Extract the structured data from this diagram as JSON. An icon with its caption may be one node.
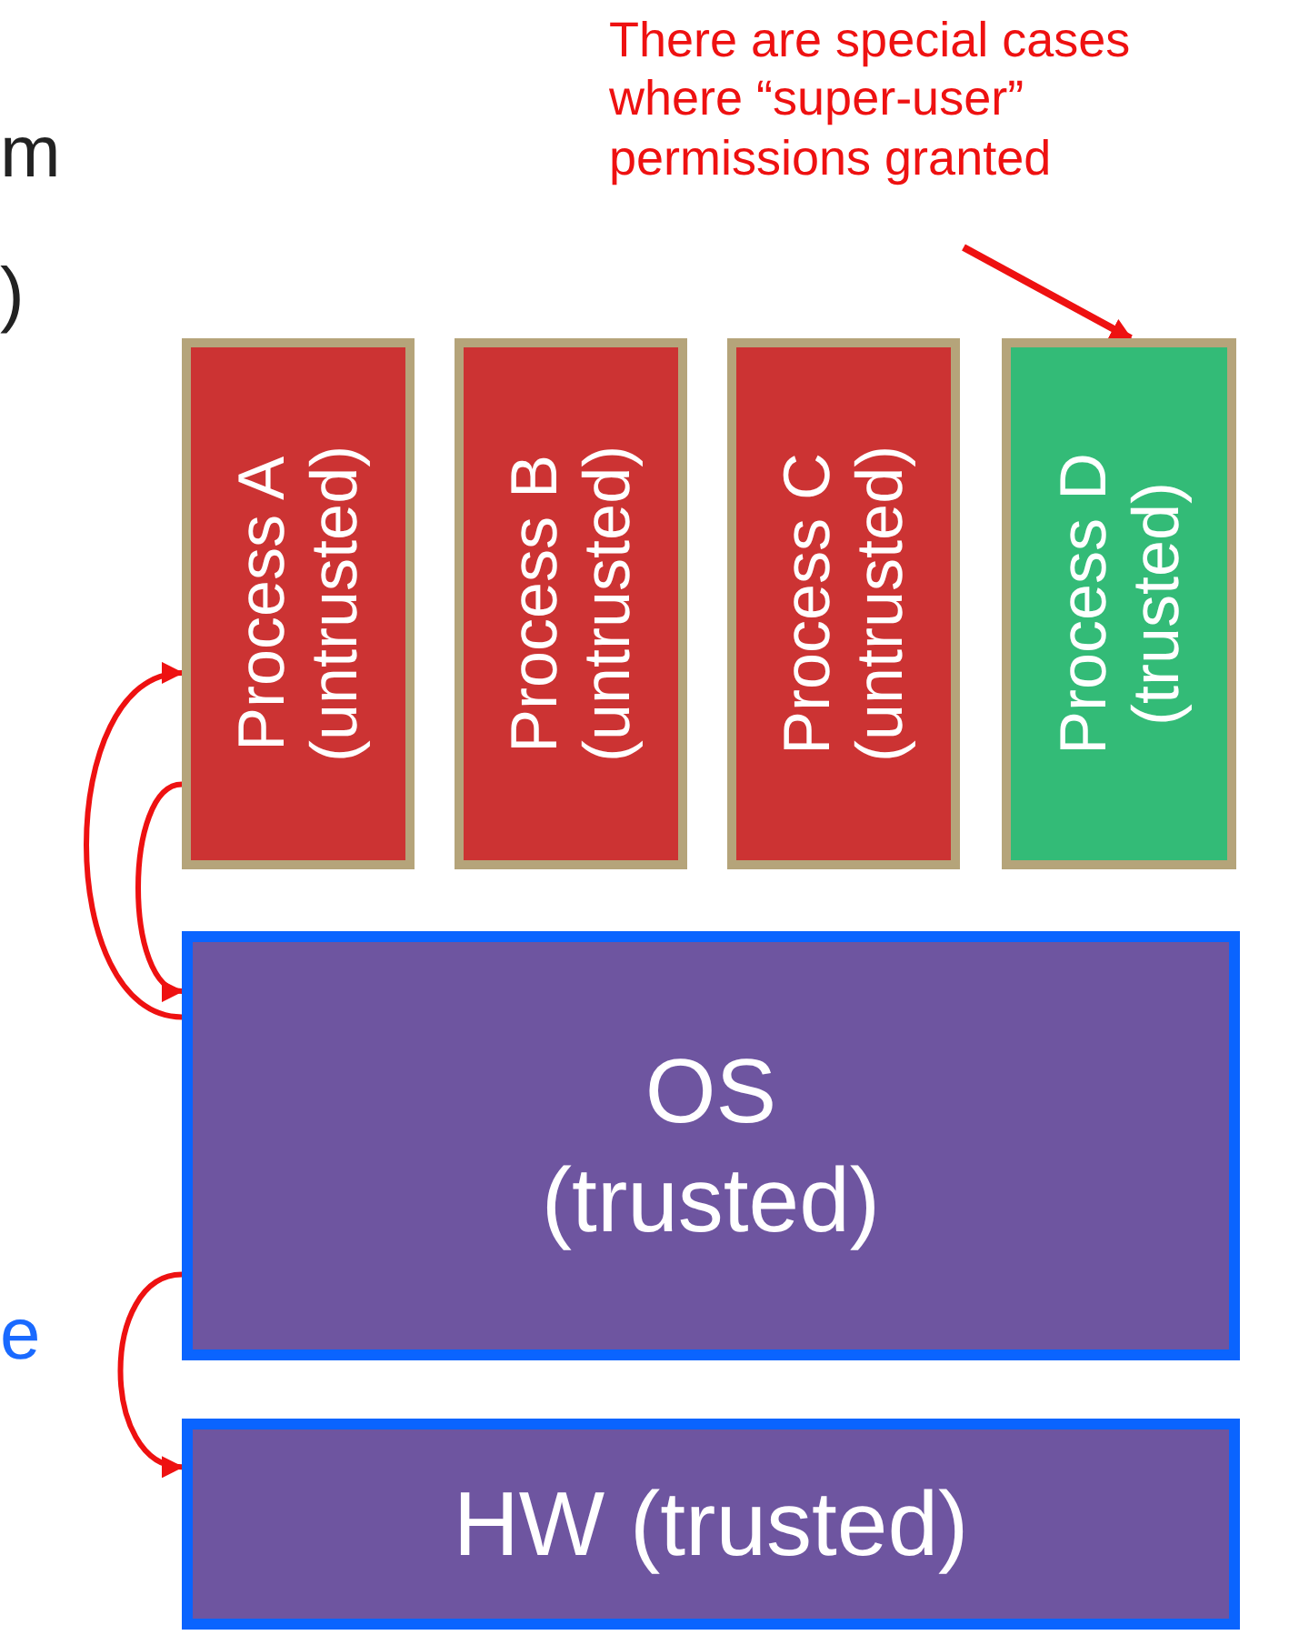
{
  "diagram": {
    "nodes": [
      {
        "text": [
          "Process A (untrusted)"
        ]
      },
      {
        "text": [
          "Process B (untrusted)"
        ]
      },
      {
        "text": [
          "Process C (untrusted)"
        ]
      },
      {
        "text": [
          "Process D (trusted)"
        ]
      },
      {
        "text": [
          "OS (trusted)"
        ]
      },
      {
        "text": [
          "HW (trusted)"
        ]
      },
      {
        "text": [
          "There are special cases where “super-user” permissions granted"
        ]
      }
    ],
    "edges": [
      {
        "from": 6,
        "to": 3,
        "arrow": "to"
      },
      {
        "from": 4,
        "to": 0,
        "arrow": "to"
      },
      {
        "from": 0,
        "to": 4,
        "arrow": "to"
      },
      {
        "from": 4,
        "to": 5,
        "arrow": "to"
      }
    ],
    "labels": [
      "m",
      ")",
      "e"
    ]
  }
}
